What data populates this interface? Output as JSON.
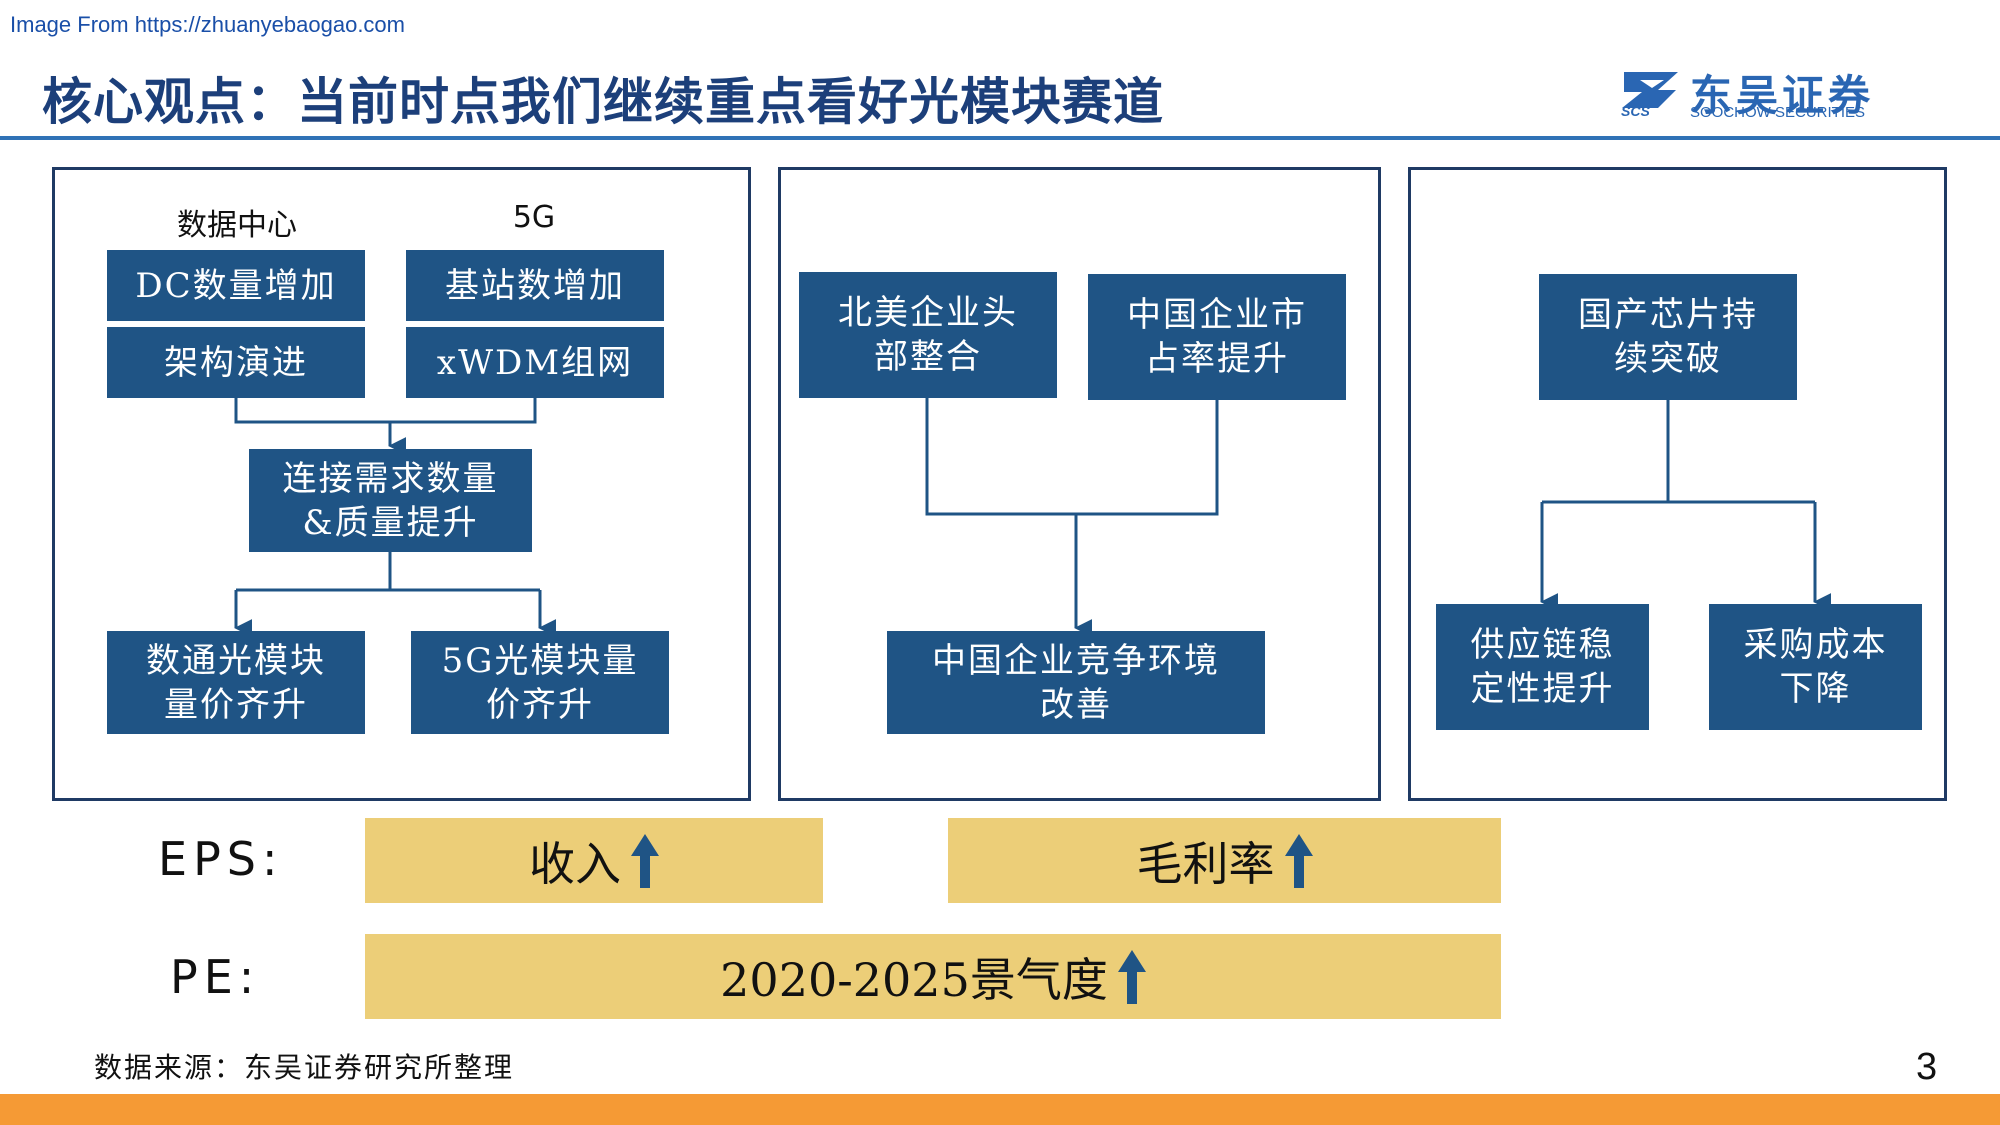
{
  "watermark": "Image From https://zhuanyebaogao.com",
  "title": "核心观点：当前时点我们继续重点看好光模块赛道",
  "logo": {
    "name": "东吴证券",
    "sub": "SOOCHOW SECURITIES",
    "scs": "SCS",
    "brand_color": "#2a66b3"
  },
  "panel_left": {
    "label_dc": "数据中心",
    "label_5g": "5G",
    "dc_count": "DC数量增加",
    "arch": "架构演进",
    "base_station": "基站数增加",
    "xwdm": "xWDM组网",
    "connect": "连接需求数量\n&质量提升",
    "datacom": "数通光模块\n量价齐升",
    "5g_module": "5G光模块量\n价齐升"
  },
  "panel_middle": {
    "na": "北美企业头\n部整合",
    "cn_share": "中国企业市\n占率提升",
    "env": "中国企业竞争环境\n改善"
  },
  "panel_right": {
    "chip": "国产芯片持\n续突破",
    "supply": "供应链稳\n定性提升",
    "cost": "采购成本\n下降"
  },
  "eps": {
    "label": "EPS:",
    "revenue": "收入",
    "margin": "毛利率"
  },
  "pe": {
    "label": "PE:",
    "cycle": "2020-2025景气度"
  },
  "colors": {
    "box": "#1f5485",
    "bar": "#ecce78",
    "frame": "#1f3a64",
    "accent": "#2f72b6",
    "bottom": "#f59a35"
  },
  "source": "数据来源：东吴证券研究所整理",
  "page_number": "3"
}
